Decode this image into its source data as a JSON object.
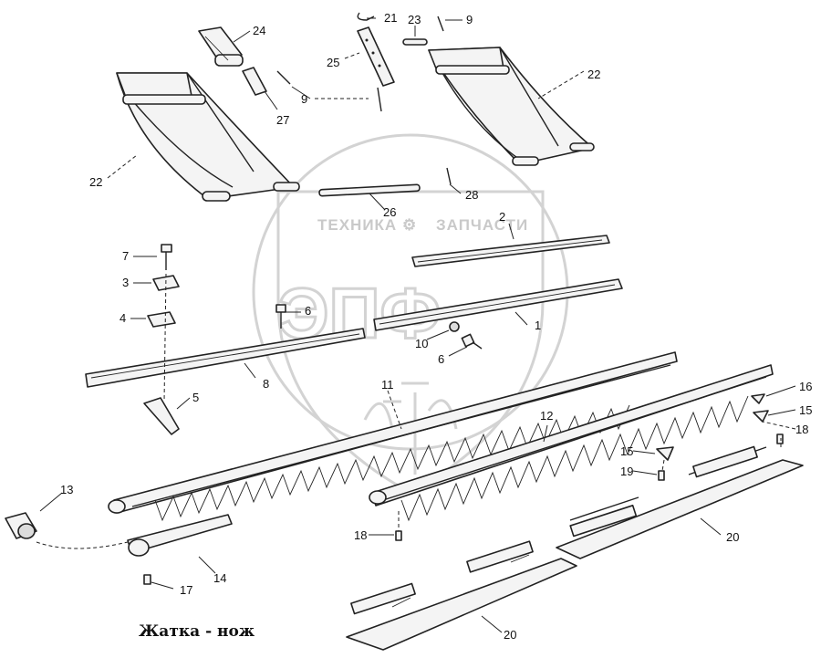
{
  "caption": "Жатка - нож",
  "watermark": {
    "left_word": "ТЕХНИКА",
    "right_word": "ЗАПЧАСТИ",
    "logo_letters": "ЭПФ"
  },
  "callouts": {
    "c1": "1",
    "c2": "2",
    "c3": "3",
    "c4": "4",
    "c5": "5",
    "c6a": "6",
    "c6b": "6",
    "c7": "7",
    "c8": "8",
    "c9a": "9",
    "c9b": "9",
    "c10": "10",
    "c11": "11",
    "c12": "12",
    "c13": "13",
    "c14": "14",
    "c15a": "15",
    "c15b": "15",
    "c16": "16",
    "c17": "17",
    "c18a": "18",
    "c18b": "18",
    "c19": "19",
    "c20a": "20",
    "c20b": "20",
    "c21": "21",
    "c22a": "22",
    "c22b": "22",
    "c23": "23",
    "c24": "24",
    "c25": "25",
    "c26": "26",
    "c27": "27",
    "c28": "28"
  }
}
